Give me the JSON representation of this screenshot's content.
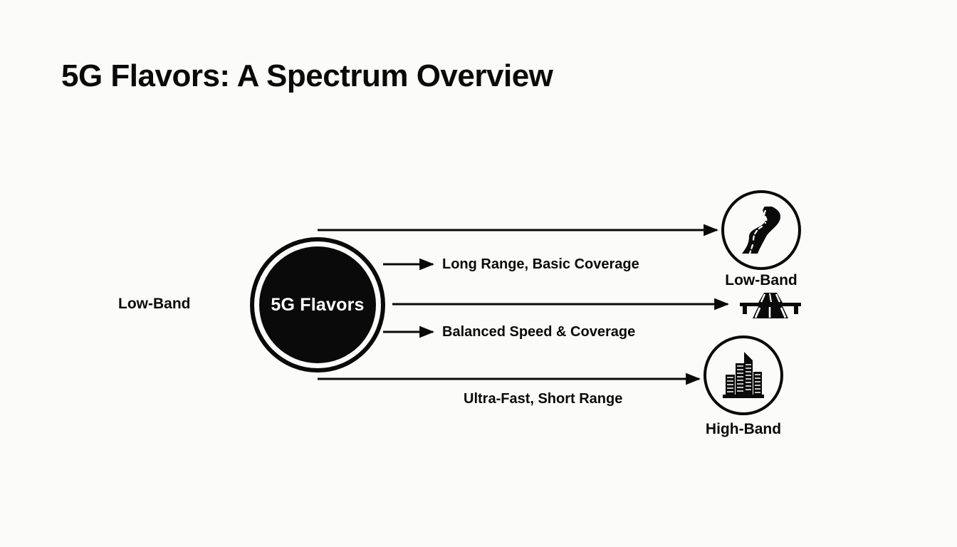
{
  "title": "5G Flavors: A Spectrum Overview",
  "hub": {
    "label": "5G Flavors"
  },
  "left_label": "Low-Band",
  "edges": [
    {
      "caption": "Long Range, Basic Coverage"
    },
    {
      "caption": "Balanced Speed & Coverage"
    },
    {
      "caption": "Ultra-Fast, Short Range"
    }
  ],
  "nodes": [
    {
      "label": "Low-Band",
      "icon": "winding-road-icon"
    },
    {
      "label": "",
      "icon": "highway-overpass-icon"
    },
    {
      "label": "High-Band",
      "icon": "city-buildings-icon"
    }
  ],
  "colors": {
    "background": "#fbfbfa",
    "ink": "#0a0a0a",
    "hub_text": "#ffffff"
  }
}
